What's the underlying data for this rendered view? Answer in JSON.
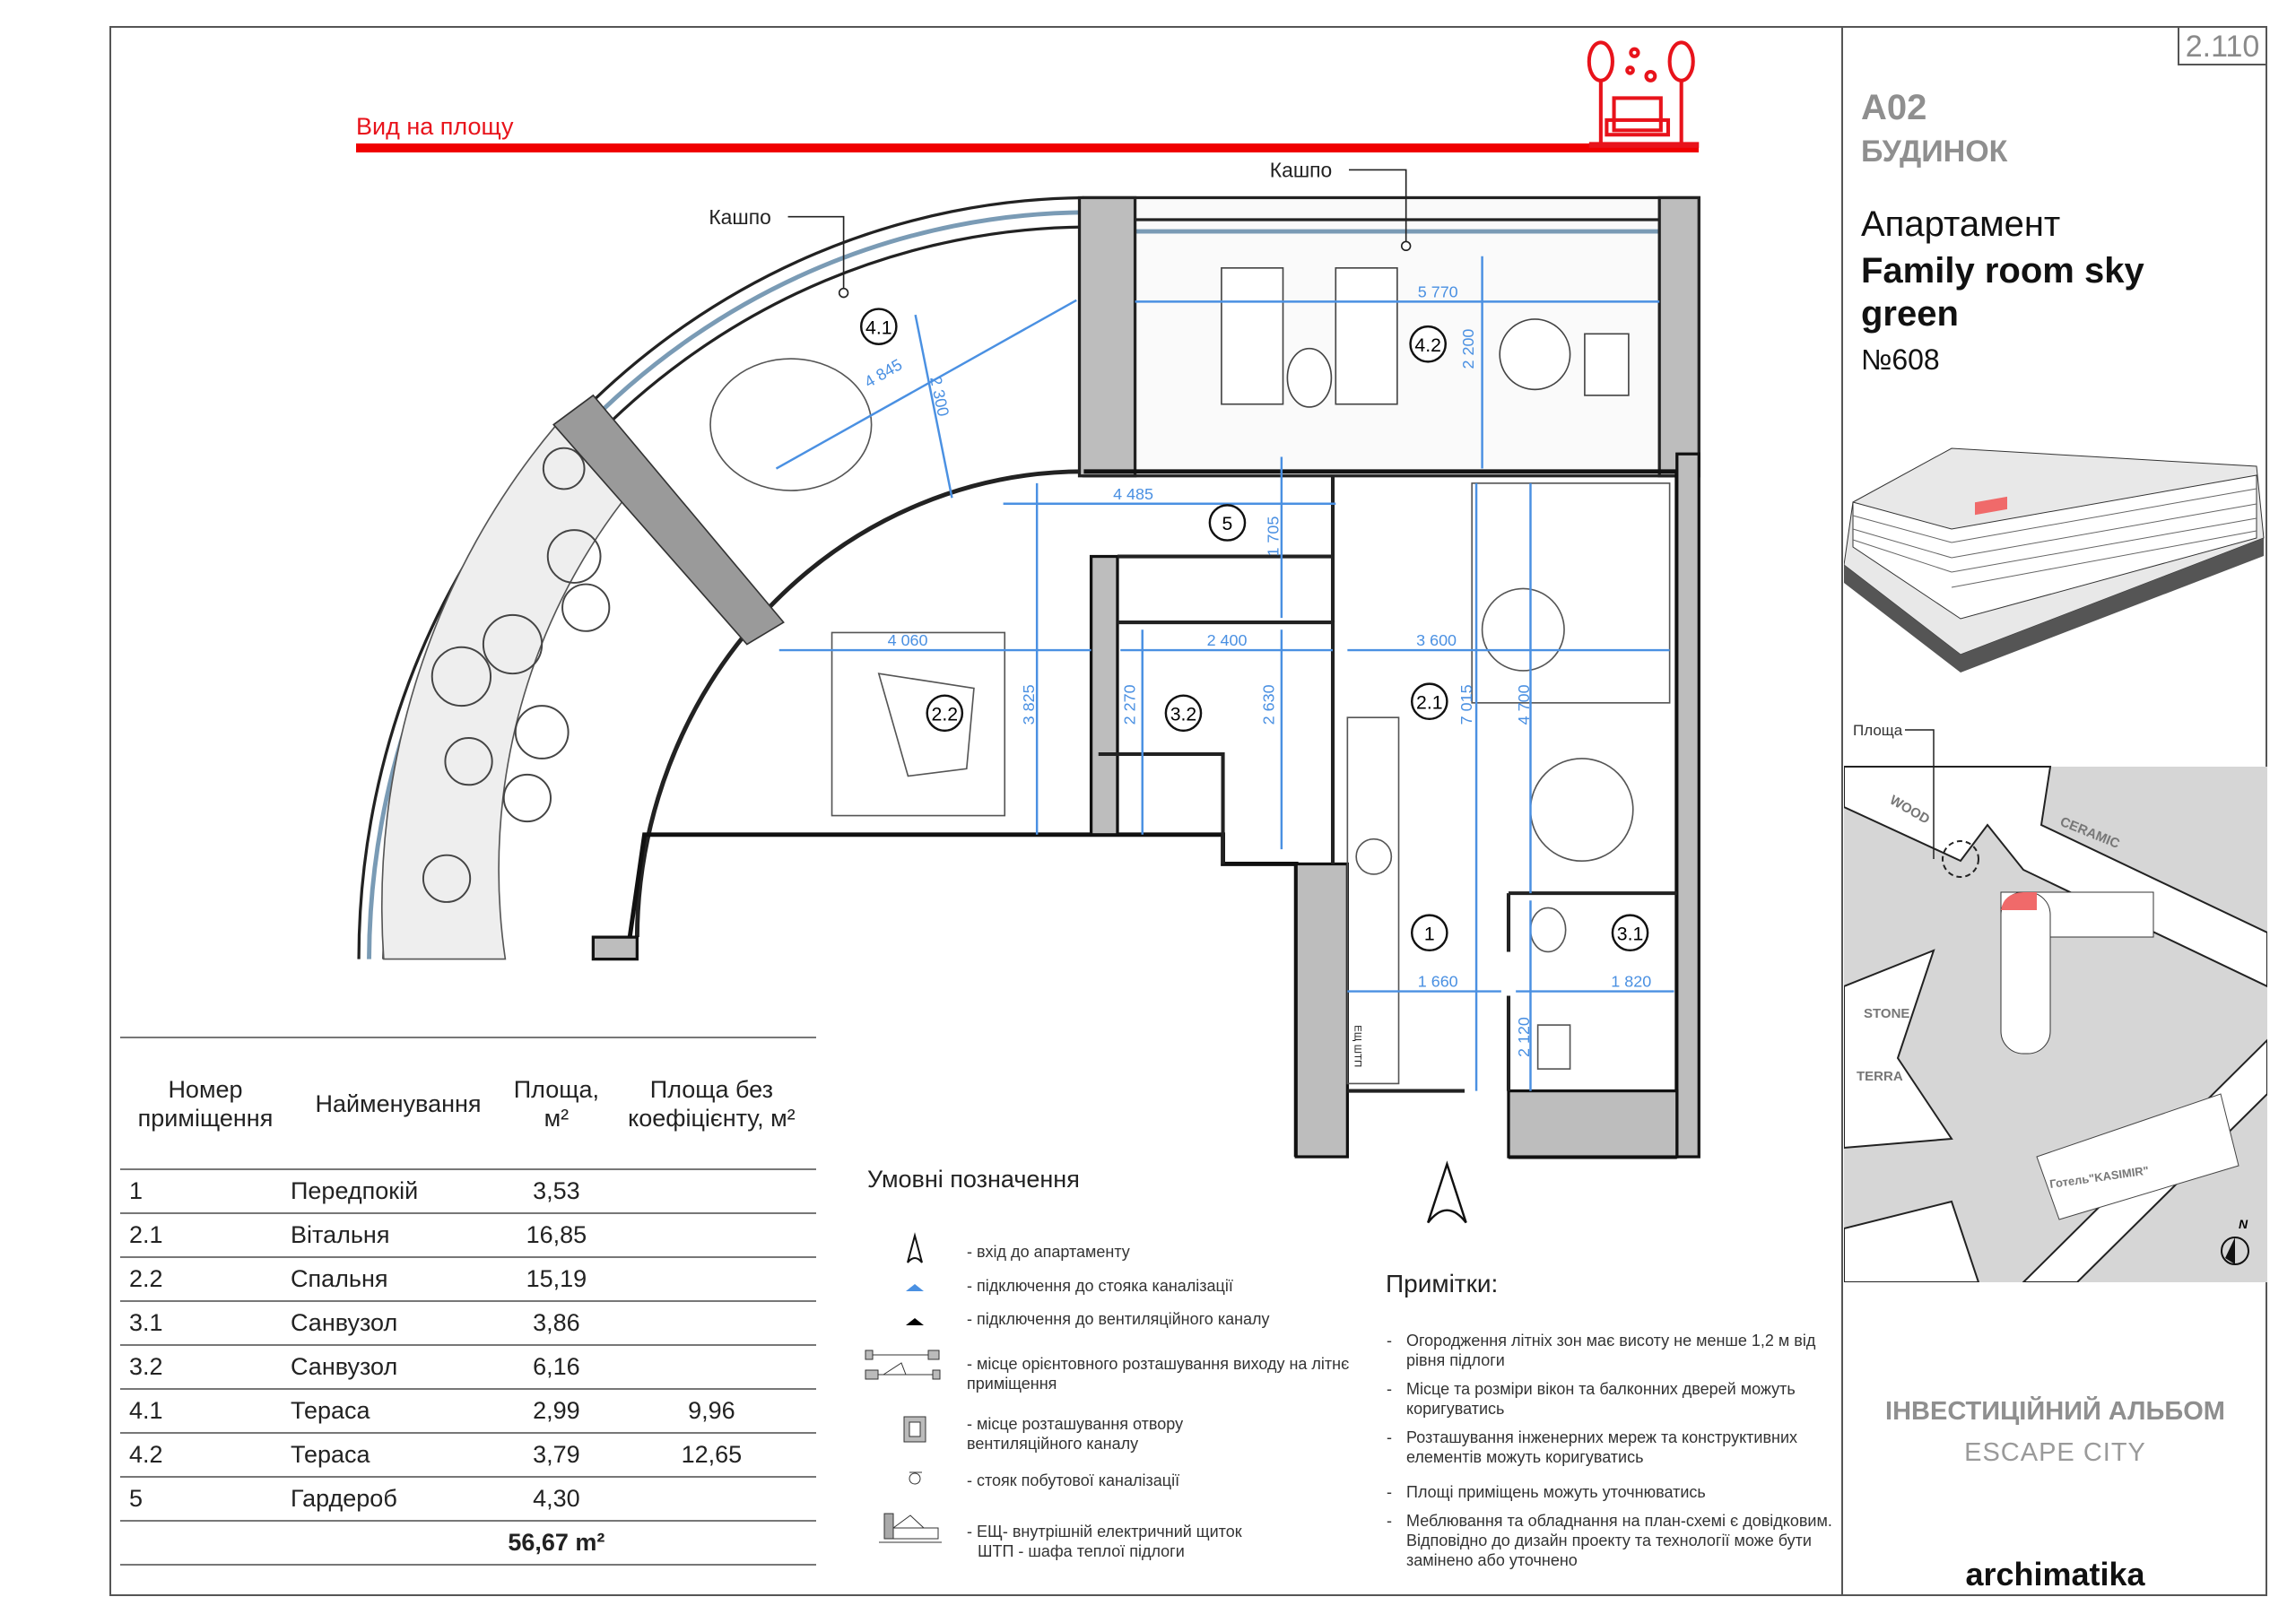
{
  "sheet_number": "2.110",
  "header": {
    "view_label": "Вид на  площу"
  },
  "plan": {
    "planter_label_1": "Кашпо",
    "planter_label_2": "Кашпо",
    "rooms": {
      "r41": "4.1",
      "r42": "4.2",
      "r5": "5",
      "r22": "2.2",
      "r32": "3.2",
      "r21": "2.1",
      "r1": "1",
      "r31": "3.1"
    },
    "dims": {
      "d5770": "5 770",
      "d2200": "2 200",
      "d4845": "4 845",
      "d2300": "2 300",
      "d4485": "4 485",
      "d1705": "1 705",
      "d4060": "4 060",
      "d2400": "2 400",
      "d3600": "3 600",
      "d3825": "3 825",
      "d2270": "2 270",
      "d2630": "2 630",
      "d7015": "7 015",
      "d4700": "4 700",
      "d1660": "1 660",
      "d1820": "1 820",
      "d2120": "2 120"
    },
    "panel_label": "ЕЩ ШТП"
  },
  "table": {
    "headers": [
      "Номер приміщення",
      "Найменування",
      "Площа, м²",
      "Площа без коефіцієнту, м²"
    ],
    "rows": [
      {
        "no": "1",
        "name": "Передпокій",
        "area": "3,53",
        "area_raw": ""
      },
      {
        "no": "2.1",
        "name": "Вітальня",
        "area": "16,85",
        "area_raw": ""
      },
      {
        "no": "2.2",
        "name": "Спальня",
        "area": "15,19",
        "area_raw": ""
      },
      {
        "no": "3.1",
        "name": "Санвузол",
        "area": "3,86",
        "area_raw": ""
      },
      {
        "no": "3.2",
        "name": "Санвузол",
        "area": "6,16",
        "area_raw": ""
      },
      {
        "no": "4.1",
        "name": "Тераса",
        "area": "2,99",
        "area_raw": "9,96"
      },
      {
        "no": "4.2",
        "name": "Тераса",
        "area": "3,79",
        "area_raw": "12,65"
      },
      {
        "no": "5",
        "name": "Гардероб",
        "area": "4,30",
        "area_raw": ""
      }
    ],
    "total": "56,67 m²"
  },
  "legend": {
    "title": "Умовні позначення",
    "items": [
      "- вхід до апартаменту",
      "- підключення до стояка каналізації",
      "- підключення до вентиляційного каналу",
      "- місце орієнтовного розташування виходу на літнє приміщення",
      "- місце розташування отвору вентиляційного каналу",
      "- стояк побутової каналізації",
      "- ЕЩ- внутрішній електричний щиток",
      "ШТП - шафа теплої підлоги"
    ],
    "colors": {
      "sewer": "#4a90e2",
      "vent": "#000000"
    }
  },
  "notes": {
    "title": "Примітки:",
    "items": [
      "Огородження літніх зон має висоту не менше 1,2  м від рівня підлоги",
      "Місце та розміри вікон та балконних дверей можуть коригуватись",
      "Розташування інженерних мереж та конструктивних елементів можуть коригуватись",
      "Площі приміщень можуть уточнюватись",
      "Меблювання та обладнання на план-схемі є довідковим. Відповідно до дизайн проекту та технології може бути замінено або уточнено"
    ]
  },
  "info": {
    "building_code": "A02",
    "building_label": "БУДИНОК",
    "apartment_label": "Апартамент",
    "apartment_name": "Family room sky green",
    "apartment_number": "№608"
  },
  "map": {
    "square_label": "Площа",
    "streets": [
      "WOOD",
      "CERAMIC",
      "STONE",
      "TERRA"
    ],
    "hotel": "Готель\"KASIMIR\"",
    "north": "N"
  },
  "footer": {
    "album": "ІНВЕСТИЦІЙНИЙ АЛЬБОМ",
    "project": "ESCAPE CITY",
    "logo": "archimatika"
  },
  "colors": {
    "accent_red": "#f00000",
    "dimension_blue": "#4a90e2",
    "wall_grey": "#bdbdbd",
    "highlight": "#f06a6a"
  }
}
